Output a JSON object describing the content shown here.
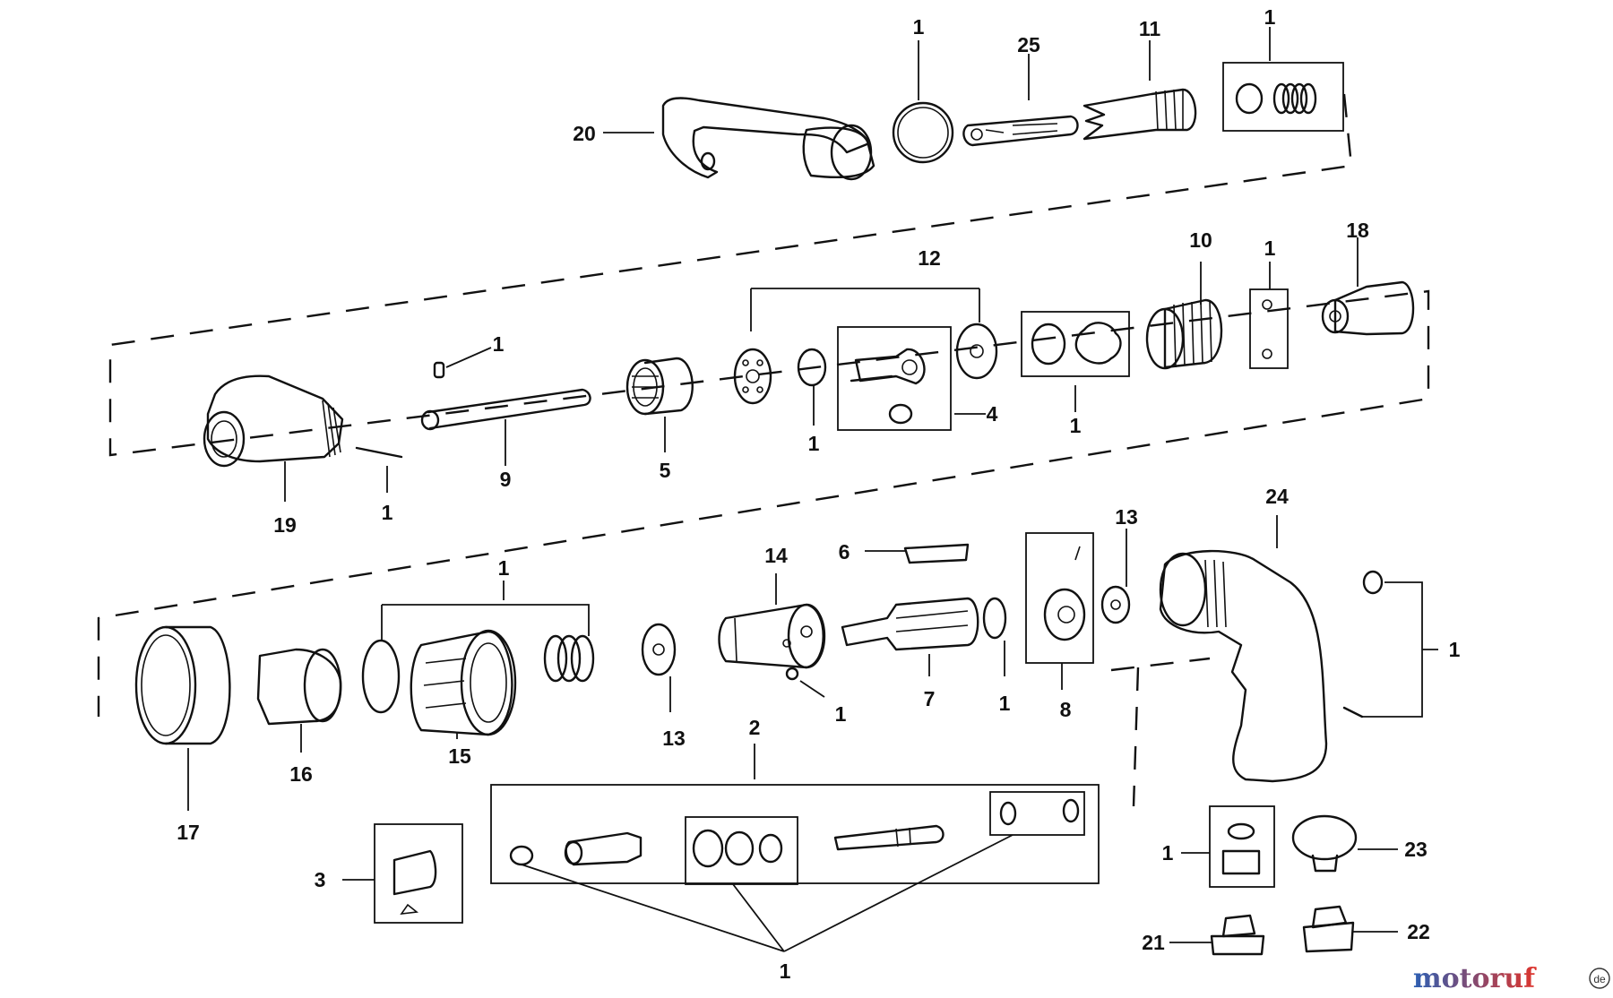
{
  "callouts": [
    {
      "id": "c-1a",
      "text": "1"
    },
    {
      "id": "c-25",
      "text": "25"
    },
    {
      "id": "c-11",
      "text": "11"
    },
    {
      "id": "c-1b",
      "text": "1"
    },
    {
      "id": "c-20",
      "text": "20"
    },
    {
      "id": "c-12",
      "text": "12"
    },
    {
      "id": "c-10",
      "text": "10"
    },
    {
      "id": "c-1c",
      "text": "1"
    },
    {
      "id": "c-18",
      "text": "18"
    },
    {
      "id": "c-1d",
      "text": "1"
    },
    {
      "id": "c-4",
      "text": "4"
    },
    {
      "id": "c-1e",
      "text": "1"
    },
    {
      "id": "c-1f",
      "text": "1"
    },
    {
      "id": "c-19",
      "text": "19"
    },
    {
      "id": "c-1g",
      "text": "1"
    },
    {
      "id": "c-9",
      "text": "9"
    },
    {
      "id": "c-5",
      "text": "5"
    },
    {
      "id": "c-24",
      "text": "24"
    },
    {
      "id": "c-14",
      "text": "14"
    },
    {
      "id": "c-6",
      "text": "6"
    },
    {
      "id": "c-13a",
      "text": "13"
    },
    {
      "id": "c-1h",
      "text": "1"
    },
    {
      "id": "c-1i",
      "text": "1"
    },
    {
      "id": "c-7",
      "text": "7"
    },
    {
      "id": "c-1j",
      "text": "1"
    },
    {
      "id": "c-8",
      "text": "8"
    },
    {
      "id": "c-1k",
      "text": "1"
    },
    {
      "id": "c-13b",
      "text": "13"
    },
    {
      "id": "c-16",
      "text": "16"
    },
    {
      "id": "c-15",
      "text": "15"
    },
    {
      "id": "c-17",
      "text": "17"
    },
    {
      "id": "c-2",
      "text": "2"
    },
    {
      "id": "c-3",
      "text": "3"
    },
    {
      "id": "c-1l",
      "text": "1"
    },
    {
      "id": "c-23",
      "text": "23"
    },
    {
      "id": "c-21",
      "text": "21"
    },
    {
      "id": "c-22",
      "text": "22"
    },
    {
      "id": "c-1m",
      "text": "1"
    }
  ],
  "watermark": {
    "text": "motoruf",
    "mark": "de",
    "color_start": "#2c5fb3",
    "color_end": "#e0342b"
  }
}
